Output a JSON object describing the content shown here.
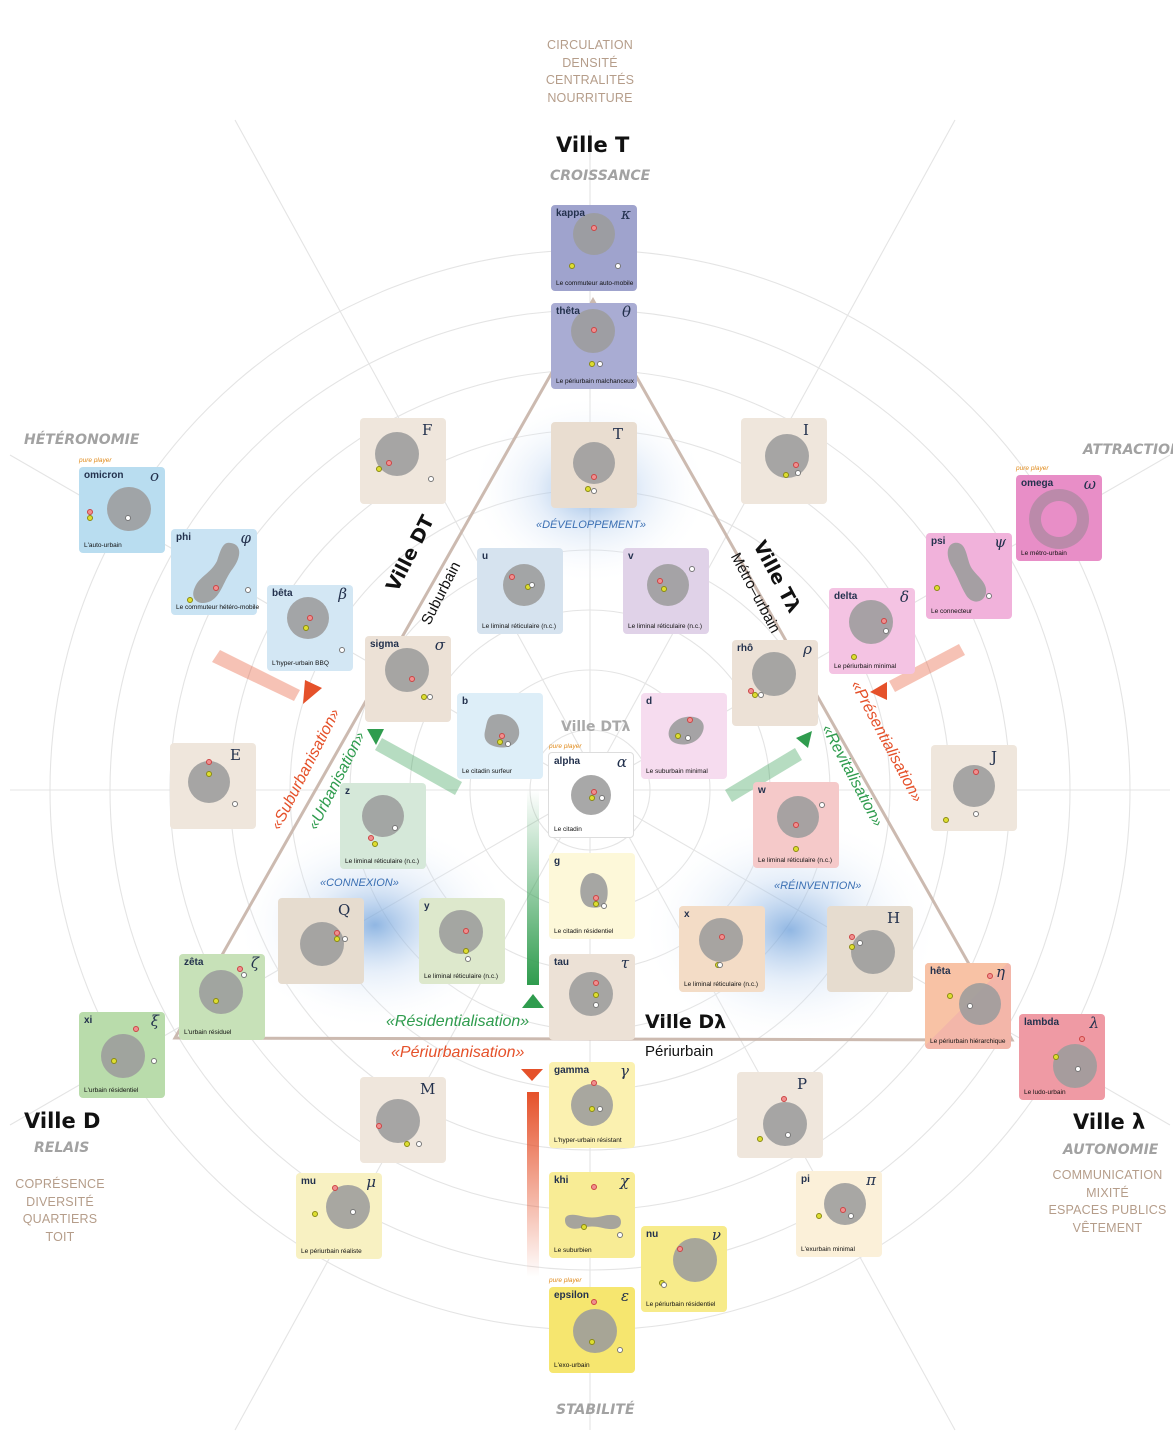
{
  "top_caption": [
    "CIRCULATION",
    "DENSITÉ",
    "CENTRALITÉS",
    "NOURRITURE"
  ],
  "left_caption": [
    "COPRÉSENCE",
    "DIVERSITÉ",
    "QUARTIERS",
    "TOIT"
  ],
  "right_caption": [
    "COMMUNICATION",
    "MIXITÉ",
    "ESPACES PUBLICS",
    "VÊTEMENT"
  ],
  "poles": {
    "T": {
      "title": "Ville T",
      "sub": "CROISSANCE"
    },
    "D": {
      "title": "Ville D",
      "sub": "RELAIS"
    },
    "L": {
      "title": "Ville λ",
      "sub": "AUTONOMIE"
    },
    "DT": {
      "title": "Ville DT",
      "sub": "Suburbain"
    },
    "TL": {
      "title": "Ville Tλ",
      "sub": "Métro–urbain"
    },
    "DL": {
      "title": "Ville Dλ",
      "sub": "Périurbain"
    },
    "DTL": {
      "title": "Ville DTλ"
    }
  },
  "axes": {
    "left": "HÉTÉRONOMIE",
    "right": "ATTRACTION",
    "bottom": "STABILITÉ"
  },
  "processes": {
    "suburbanisation": "«Suburbanisation»",
    "urbanisation": "«Urbanisation»",
    "presentialisation": "«Présentialisation»",
    "revitalisation": "«Revitalisation»",
    "residentialisation": "«Résidentialisation»",
    "periurbanisation": "«Périurbanisation»",
    "developpement": "«DÉVELOPPEMENT»",
    "connexion": "«CONNEXION»",
    "reinvention": "«RÉINVENTION»"
  },
  "pure_player": "pure player",
  "cards": [
    {
      "id": "kappa",
      "name": "kappa",
      "greek": "κ",
      "label": "Le commuteur auto-mobile",
      "color": "#9fa3cd"
    },
    {
      "id": "theta",
      "name": "thêta",
      "greek": "θ",
      "label": "Le périurbain malchanceux",
      "color": "#a9acd3"
    },
    {
      "id": "T",
      "name": "",
      "greek": "T",
      "label": "",
      "color": "#e9ddd0"
    },
    {
      "id": "F",
      "name": "",
      "greek": "F",
      "label": "",
      "color": "#efe6dc"
    },
    {
      "id": "I",
      "name": "",
      "greek": "I",
      "label": "",
      "color": "#efe6dc"
    },
    {
      "id": "omicron",
      "name": "omicron",
      "greek": "ο",
      "label": "L'auto-urbain",
      "color": "#b9ddf0",
      "pure": true
    },
    {
      "id": "phi",
      "name": "phi",
      "greek": "φ",
      "label": "Le commuteur hétéro-mobile",
      "color": "#c9e3f3"
    },
    {
      "id": "beta",
      "name": "bêta",
      "greek": "β",
      "label": "L'hyper-urbain BBQ",
      "color": "#d3e7f4"
    },
    {
      "id": "u",
      "name": "u",
      "greek": "",
      "label": "Le liminal réticulaire (n.c.)",
      "color": "#d6e3ef"
    },
    {
      "id": "v",
      "name": "v",
      "greek": "",
      "label": "Le liminal réticulaire (n.c.)",
      "color": "#e0d2e8"
    },
    {
      "id": "omega",
      "name": "omega",
      "greek": "ω",
      "label": "Le métro-urbain",
      "color": "#e88ec7",
      "pure": true
    },
    {
      "id": "psi",
      "name": "psi",
      "greek": "ψ",
      "label": "Le connecteur",
      "color": "#f1b2db"
    },
    {
      "id": "delta",
      "name": "delta",
      "greek": "δ",
      "label": "Le périurbain minimal",
      "color": "#f4c3e3"
    },
    {
      "id": "sigma",
      "name": "sigma",
      "greek": "σ",
      "label": "",
      "color": "#ece1d6"
    },
    {
      "id": "rho",
      "name": "rhô",
      "greek": "ρ",
      "label": "",
      "color": "#ece1d6"
    },
    {
      "id": "b",
      "name": "b",
      "greek": "",
      "label": "Le citadin surfeur",
      "color": "#ddeef8"
    },
    {
      "id": "d",
      "name": "d",
      "greek": "",
      "label": "Le suburbain minimal",
      "color": "#f6dcef"
    },
    {
      "id": "E",
      "name": "",
      "greek": "E",
      "label": "",
      "color": "#efe6dc"
    },
    {
      "id": "J",
      "name": "",
      "greek": "J",
      "label": "",
      "color": "#efe6dc"
    },
    {
      "id": "alpha",
      "name": "alpha",
      "greek": "α",
      "label": "Le citadin",
      "color": "#ffffff",
      "pure": true
    },
    {
      "id": "z",
      "name": "z",
      "greek": "",
      "label": "Le liminal réticulaire (n.c.)",
      "color": "#d5e8d9"
    },
    {
      "id": "w",
      "name": "w",
      "greek": "",
      "label": "Le liminal réticulaire (n.c.)",
      "color": "#f5c9c9"
    },
    {
      "id": "g",
      "name": "g",
      "greek": "",
      "label": "Le citadin résidentiel",
      "color": "#fdf8d9"
    },
    {
      "id": "Q",
      "name": "",
      "greek": "Q",
      "label": "",
      "color": "#e6dccf"
    },
    {
      "id": "y",
      "name": "y",
      "greek": "",
      "label": "Le liminal réticulaire (n.c.)",
      "color": "#dde8cc"
    },
    {
      "id": "x",
      "name": "x",
      "greek": "",
      "label": "Le liminal réticulaire (n.c.)",
      "color": "#f3dcc6"
    },
    {
      "id": "H",
      "name": "",
      "greek": "H",
      "label": "",
      "color": "#e6dccf"
    },
    {
      "id": "zeta",
      "name": "zêta",
      "greek": "ζ",
      "label": "L'urbain résiduel",
      "color": "#c7e1b8"
    },
    {
      "id": "tau",
      "name": "tau",
      "greek": "τ",
      "label": "",
      "color": "#ece1d6"
    },
    {
      "id": "heta",
      "name": "hêta",
      "greek": "η",
      "label": "Le périurbain hiérarchique",
      "color": "#f3b6a9"
    },
    {
      "id": "xi",
      "name": "xi",
      "greek": "ξ",
      "label": "L'urbain résidentiel",
      "color": "#b9dcab"
    },
    {
      "id": "lambda",
      "name": "lambda",
      "greek": "λ",
      "label": "Le ludo-urbain",
      "color": "#ef9aa4"
    },
    {
      "id": "gamma",
      "name": "gamma",
      "greek": "γ",
      "label": "L'hyper-urbain résistant",
      "color": "#fbf1b0"
    },
    {
      "id": "M",
      "name": "",
      "greek": "M",
      "label": "",
      "color": "#efe6dc"
    },
    {
      "id": "P",
      "name": "",
      "greek": "P",
      "label": "",
      "color": "#efe6dc"
    },
    {
      "id": "mu",
      "name": "mu",
      "greek": "μ",
      "label": "Le périurbain réaliste",
      "color": "#f8f1c2"
    },
    {
      "id": "pi",
      "name": "pi",
      "greek": "π",
      "label": "L'exurbain minimal",
      "color": "#fbf0d9"
    },
    {
      "id": "khi",
      "name": "khi",
      "greek": "χ",
      "label": "Le suburbien",
      "color": "#f8ec95"
    },
    {
      "id": "nu",
      "name": "nu",
      "greek": "ν",
      "label": "Le périurbain résidentiel",
      "color": "#f7eb8a"
    },
    {
      "id": "epsilon",
      "name": "epsilon",
      "greek": "ε",
      "label": "L'exo-urbain",
      "color": "#f6e66f",
      "pure": true
    }
  ]
}
